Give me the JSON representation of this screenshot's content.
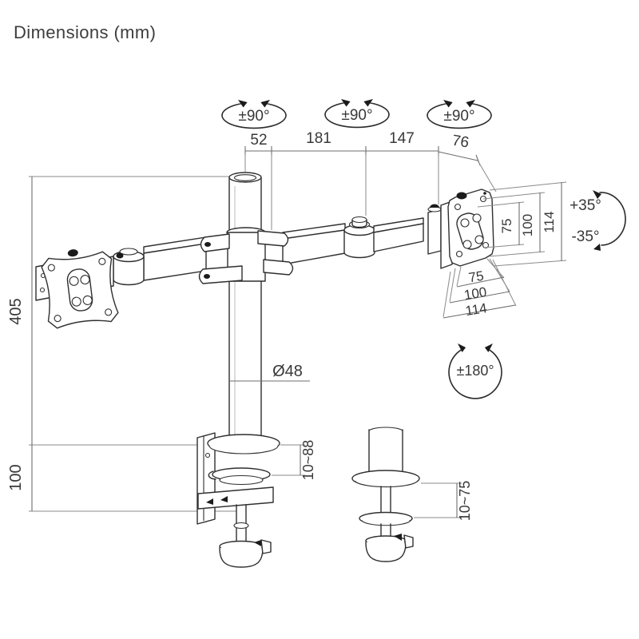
{
  "title": "Dimensions (mm)",
  "annotations": {
    "pan_left": "±90°",
    "pan_center": "±90°",
    "pan_right": "±90°",
    "tilt_up": "+35°",
    "tilt_down": "-35°",
    "rotate_screen": "±180°"
  },
  "dimensions": {
    "arm": {
      "seg1": "52",
      "seg2": "181",
      "seg3": "147",
      "seg4": "76"
    },
    "pole": {
      "height": "405",
      "diameter": "Ø48"
    },
    "base": {
      "height": "100",
      "clamp_range": "10~88",
      "grommet_range": "10~75"
    },
    "vesa": {
      "side_75": "75",
      "side_100": "100",
      "side_114": "114",
      "bottom_75": "75",
      "bottom_100": "100",
      "bottom_114": "114"
    }
  }
}
